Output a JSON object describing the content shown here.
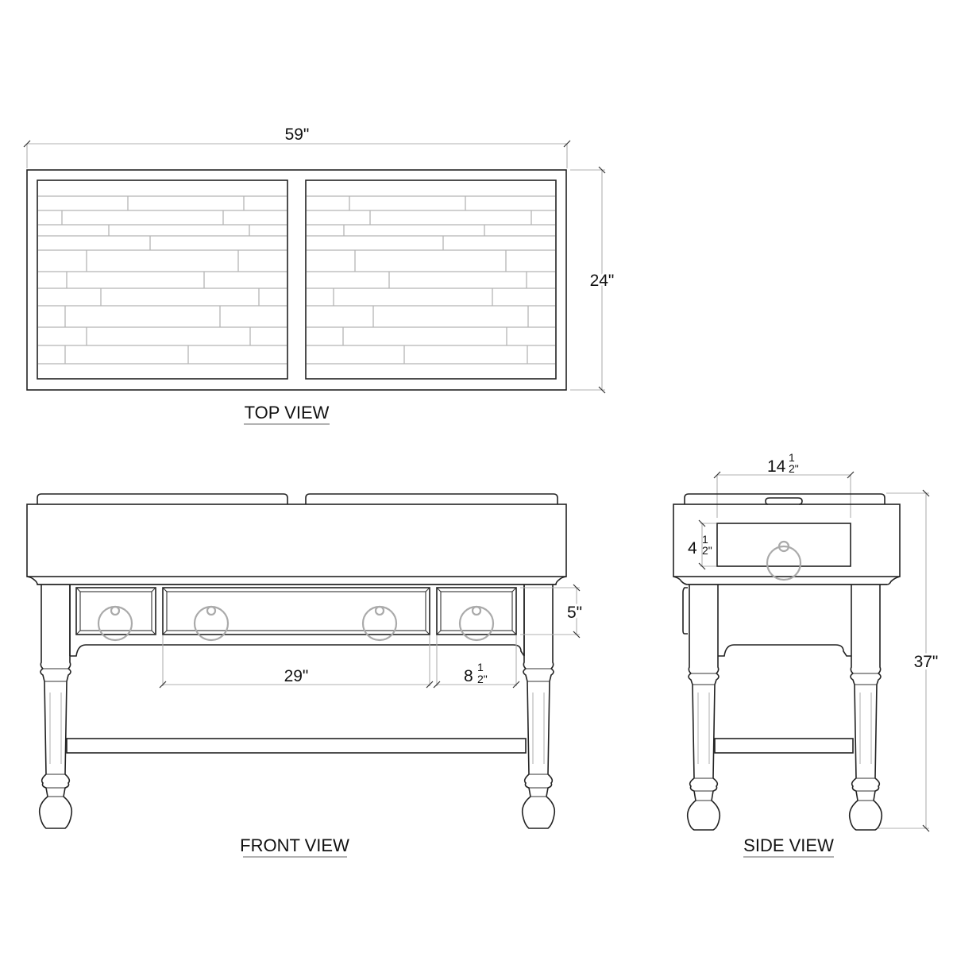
{
  "drawing": {
    "subject": "Console table with drawers - dimensioned orthographic views",
    "views": {
      "top": {
        "label": "TOP VIEW"
      },
      "front": {
        "label": "FRONT VIEW"
      },
      "side": {
        "label": "SIDE VIEW"
      }
    },
    "dimensions": {
      "overall_width": {
        "whole": "59\"",
        "value_in": 59
      },
      "overall_depth": {
        "whole": "24\"",
        "value_in": 24
      },
      "overall_height": {
        "whole": "37\"",
        "value_in": 37
      },
      "center_drawer_width": {
        "whole": "29\"",
        "value_in": 29
      },
      "side_drawer_width": {
        "whole": "8 ",
        "num": "1",
        "den": "2\"",
        "value_in": 8.5
      },
      "drawer_height_front": {
        "whole": "5\"",
        "value_in": 5
      },
      "side_drawer_width_side_view": {
        "whole": "14 ",
        "num": "1",
        "den": "2\"",
        "value_in": 14.5
      },
      "side_drawer_height_side_view": {
        "whole": "4 ",
        "num": "1",
        "den": "2\"",
        "value_in": 4.5
      }
    },
    "colors": {
      "line": "#222222",
      "dimension_line": "#b0b0b0",
      "plank_line": "#b5b5b5",
      "ring_pull": "#aaaaaa",
      "background": "#ffffff"
    }
  }
}
